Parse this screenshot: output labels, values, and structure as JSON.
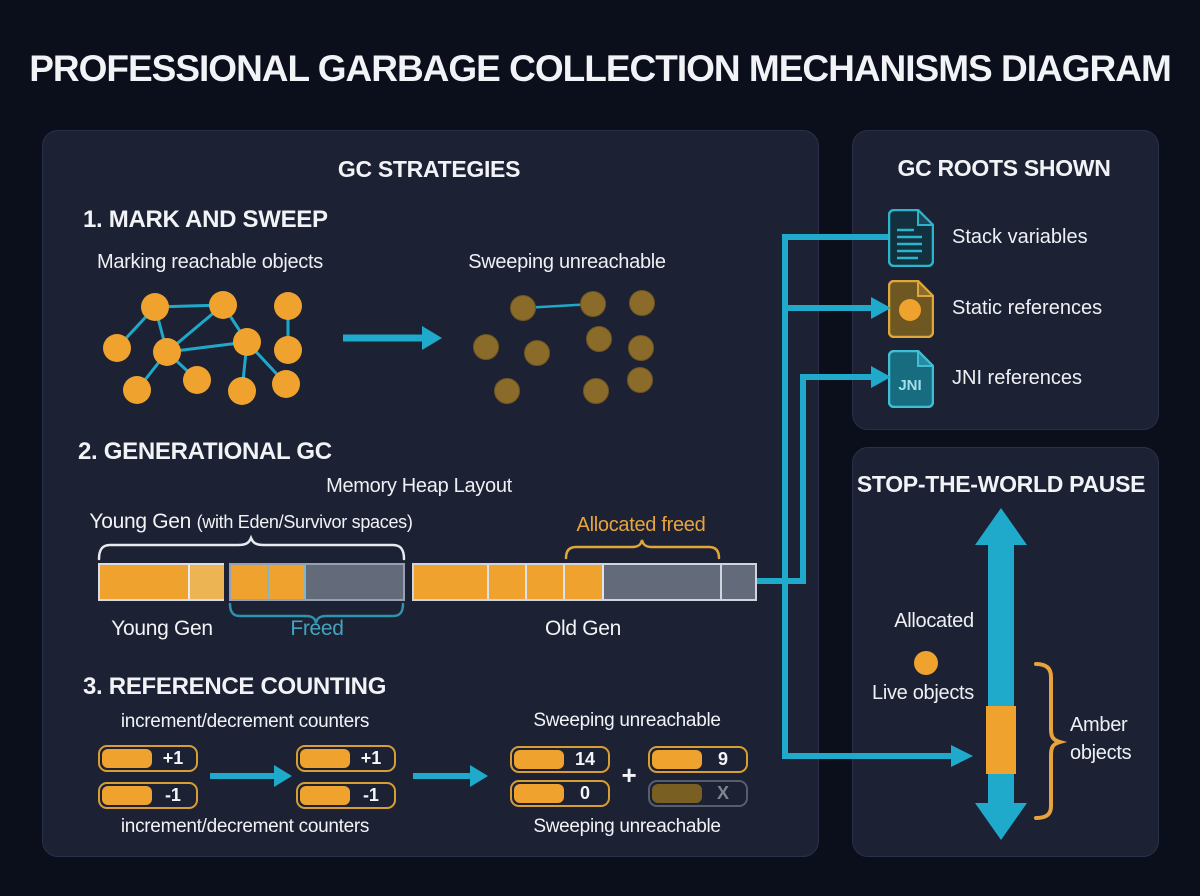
{
  "title": "PROFESSIONAL GARBAGE COLLECTION MECHANISMS DIAGRAM",
  "colors": {
    "background": "#0b0e1b",
    "panel": "#1c2133",
    "orange": "#f0a22e",
    "light_orange": "#ecb452",
    "dim_object": "#8a6b2a",
    "cyan": "#1faacb",
    "gray_segment": "#636b7a",
    "white_text": "#f2f3f6"
  },
  "strategies": {
    "header": "GC STRATEGIES",
    "mark_sweep": {
      "heading": "1. MARK AND SWEEP",
      "marking_label": "Marking reachable objects",
      "sweeping_label": "Sweeping unreachable"
    },
    "generational": {
      "heading": "2. GENERATIONAL GC",
      "subtitle": "Memory Heap Layout",
      "young_brace_label": "Young Gen",
      "young_brace_note": "(with Eden/Survivor spaces)",
      "allocated_freed_label": "Allocated freed",
      "young_gen_label": "Young Gen",
      "freed_label": "Freed",
      "old_gen_label": "Old Gen"
    },
    "ref_counting": {
      "heading": "3. REFERENCE COUNTING",
      "counters_label_top": "increment/decrement counters",
      "counters_label_bottom": "increment/decrement counters",
      "sweeping_label_top": "Sweeping unreachable",
      "sweeping_label_bottom": "Sweeping unreachable",
      "group1": [
        "+1",
        "-1"
      ],
      "group2": [
        "+1",
        "-1"
      ],
      "group3": [
        "14",
        "0"
      ],
      "plus_sign": "+",
      "group4": [
        "9",
        "X"
      ]
    }
  },
  "roots": {
    "header": "GC ROOTS SHOWN",
    "items": [
      {
        "label": "Stack variables",
        "icon": "document-lines-icon"
      },
      {
        "label": "Static references",
        "icon": "document-circle-icon"
      },
      {
        "label": "JNI references",
        "icon": "document-jni-icon",
        "icon_text": "JNI"
      }
    ]
  },
  "stw": {
    "header": "STOP-THE-WORLD PAUSE",
    "allocated_label": "Allocated",
    "live_objects_label": "Live objects",
    "amber_line1": "Amber",
    "amber_line2": "objects"
  }
}
